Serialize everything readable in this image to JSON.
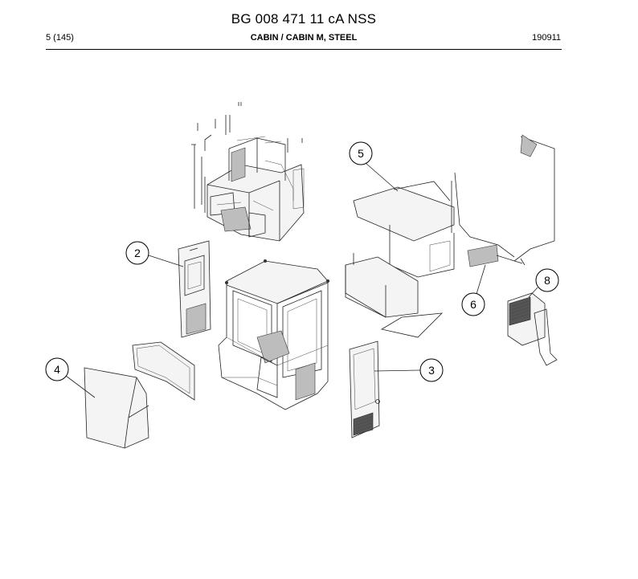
{
  "header": {
    "title": "BG 008 471 11 cA NSS",
    "page": "5 (145)",
    "subtitle": "CABIN / CABIN M, STEEL",
    "date": "190911"
  },
  "callouts": [
    {
      "label": "2"
    },
    {
      "label": "3"
    },
    {
      "label": "4"
    },
    {
      "label": "5"
    },
    {
      "label": "6"
    },
    {
      "label": "8"
    }
  ]
}
